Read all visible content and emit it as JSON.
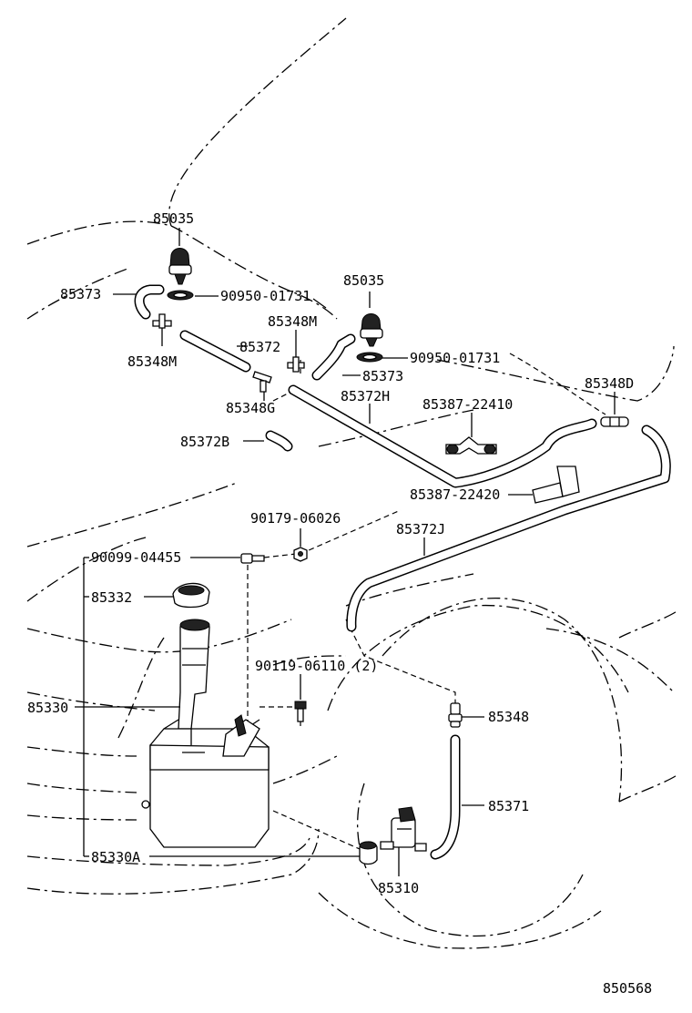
{
  "diagram_code": "850568",
  "labels": {
    "nozzle_left": "85035",
    "nozzle_right": "85035",
    "hose_85373_left": "85373",
    "hose_85373_right": "85373",
    "gasket_left": "90950-01731",
    "gasket_right": "90950-01731",
    "joint_85348M_left": "85348M",
    "joint_85348M_right": "85348M",
    "hose_85372": "85372",
    "joint_85348G": "85348G",
    "hose_85372H": "85372H",
    "hose_85372B": "85372B",
    "clamp_85387_22410": "85387-22410",
    "joint_85348D": "85348D",
    "clamp_85387_22420": "85387-22420",
    "nut_90179_06026": "90179-06026",
    "bolt_90099_04455": "90099-04455",
    "hose_85372J": "85372J",
    "cap_85332": "85332",
    "bolt_90119_06110": "90119-06110 (2)",
    "tank_85330": "85330",
    "joint_85348": "85348",
    "hose_85371": "85371",
    "grommet_85330A": "85330A",
    "pump_85310": "85310"
  }
}
